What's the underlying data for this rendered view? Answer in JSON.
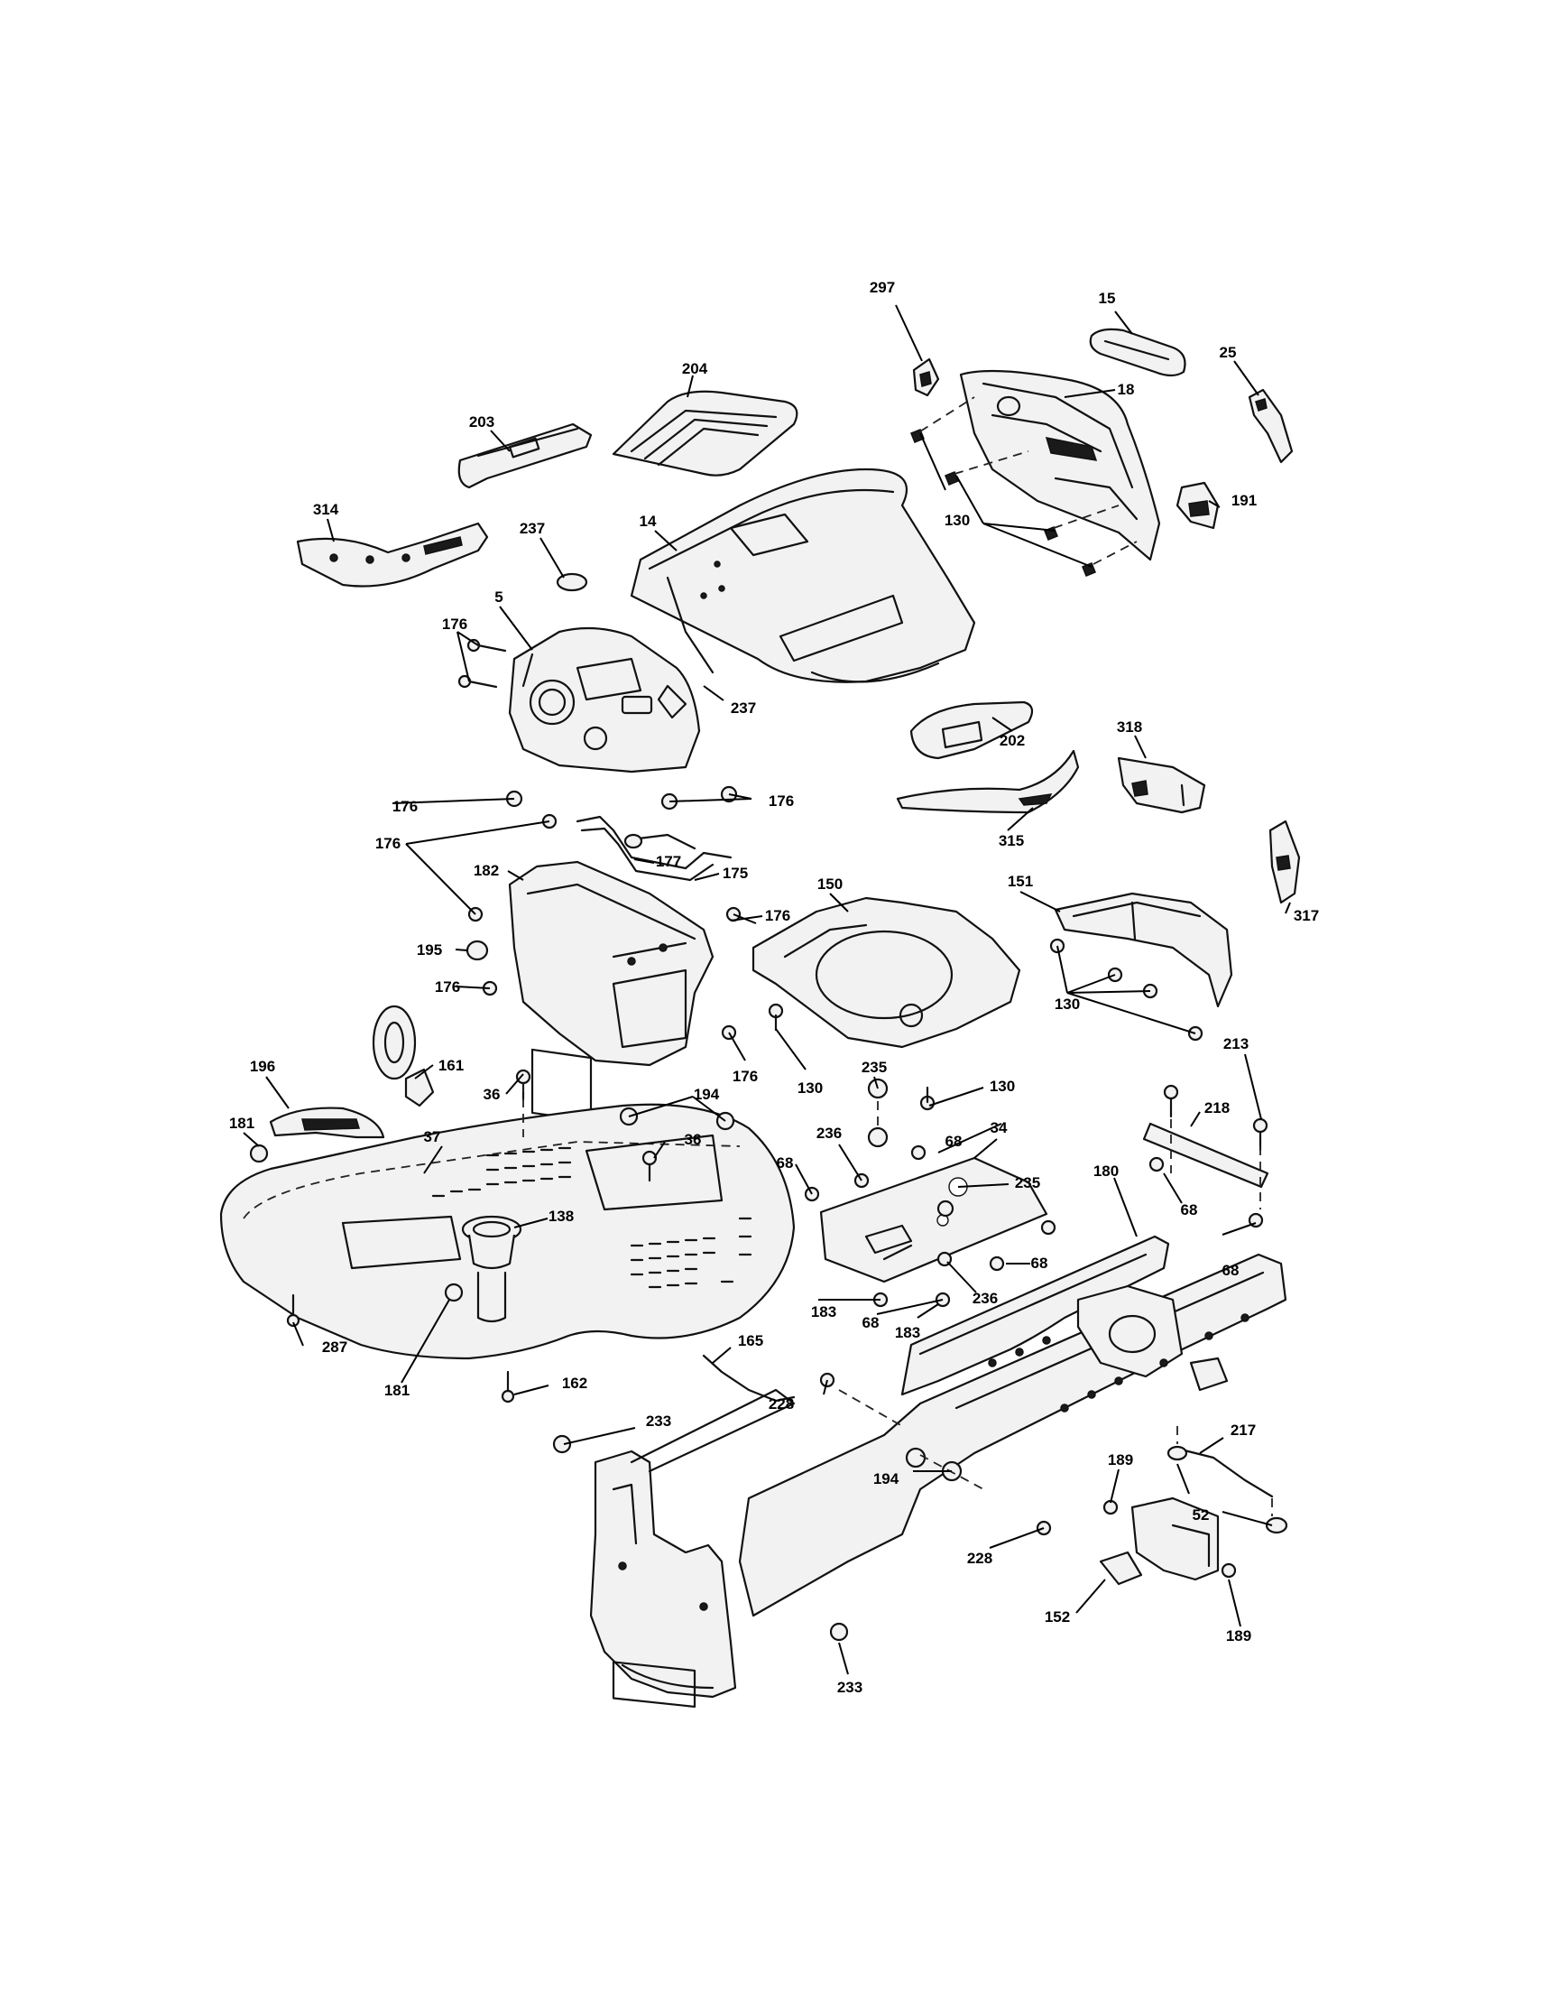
{
  "diagram": {
    "callouts": [
      {
        "id": "c297",
        "text": "297"
      },
      {
        "id": "c15",
        "text": "15"
      },
      {
        "id": "c204",
        "text": "204"
      },
      {
        "id": "c18",
        "text": "18"
      },
      {
        "id": "c25",
        "text": "25"
      },
      {
        "id": "c203",
        "text": "203"
      },
      {
        "id": "c314",
        "text": "314"
      },
      {
        "id": "c237a",
        "text": "237"
      },
      {
        "id": "c14",
        "text": "14"
      },
      {
        "id": "c130a",
        "text": "130"
      },
      {
        "id": "c191",
        "text": "191"
      },
      {
        "id": "c176a",
        "text": "176"
      },
      {
        "id": "c5",
        "text": "5"
      },
      {
        "id": "c237b",
        "text": "237"
      },
      {
        "id": "c202",
        "text": "202"
      },
      {
        "id": "c318",
        "text": "318"
      },
      {
        "id": "c176b",
        "text": "176"
      },
      {
        "id": "c176c",
        "text": "176"
      },
      {
        "id": "c315",
        "text": "315"
      },
      {
        "id": "c176d",
        "text": "176"
      },
      {
        "id": "c177",
        "text": "177"
      },
      {
        "id": "c175",
        "text": "175"
      },
      {
        "id": "c182",
        "text": "182"
      },
      {
        "id": "c150",
        "text": "150"
      },
      {
        "id": "c151",
        "text": "151"
      },
      {
        "id": "c317",
        "text": "317"
      },
      {
        "id": "c176e",
        "text": "176"
      },
      {
        "id": "c195",
        "text": "195"
      },
      {
        "id": "c176f",
        "text": "176"
      },
      {
        "id": "c130b",
        "text": "130"
      },
      {
        "id": "c161",
        "text": "161"
      },
      {
        "id": "c176g",
        "text": "176"
      },
      {
        "id": "c130c",
        "text": "130"
      },
      {
        "id": "c213",
        "text": "213"
      },
      {
        "id": "c196",
        "text": "196"
      },
      {
        "id": "c36a",
        "text": "36"
      },
      {
        "id": "c194a",
        "text": "194"
      },
      {
        "id": "c235a",
        "text": "235"
      },
      {
        "id": "c130d",
        "text": "130"
      },
      {
        "id": "c181a",
        "text": "181"
      },
      {
        "id": "c37",
        "text": "37"
      },
      {
        "id": "c36b",
        "text": "36"
      },
      {
        "id": "c236a",
        "text": "236"
      },
      {
        "id": "c68a",
        "text": "68"
      },
      {
        "id": "c34",
        "text": "34"
      },
      {
        "id": "c218",
        "text": "218"
      },
      {
        "id": "c68b",
        "text": "68"
      },
      {
        "id": "c235b",
        "text": "235"
      },
      {
        "id": "c180",
        "text": "180"
      },
      {
        "id": "c68c",
        "text": "68"
      },
      {
        "id": "c138",
        "text": "138"
      },
      {
        "id": "c68d",
        "text": "68"
      },
      {
        "id": "c68e",
        "text": "68"
      },
      {
        "id": "c183a",
        "text": "183"
      },
      {
        "id": "c236b",
        "text": "236"
      },
      {
        "id": "c68f",
        "text": "68"
      },
      {
        "id": "c183b",
        "text": "183"
      },
      {
        "id": "c287",
        "text": "287"
      },
      {
        "id": "c165",
        "text": "165"
      },
      {
        "id": "c181b",
        "text": "181"
      },
      {
        "id": "c162",
        "text": "162"
      },
      {
        "id": "c228a",
        "text": "228"
      },
      {
        "id": "c233a",
        "text": "233"
      },
      {
        "id": "c217",
        "text": "217"
      },
      {
        "id": "c194b",
        "text": "194"
      },
      {
        "id": "c189a",
        "text": "189"
      },
      {
        "id": "c52",
        "text": "52"
      },
      {
        "id": "c228b",
        "text": "228"
      },
      {
        "id": "c152",
        "text": "152"
      },
      {
        "id": "c189b",
        "text": "189"
      },
      {
        "id": "c233b",
        "text": "233"
      }
    ]
  }
}
